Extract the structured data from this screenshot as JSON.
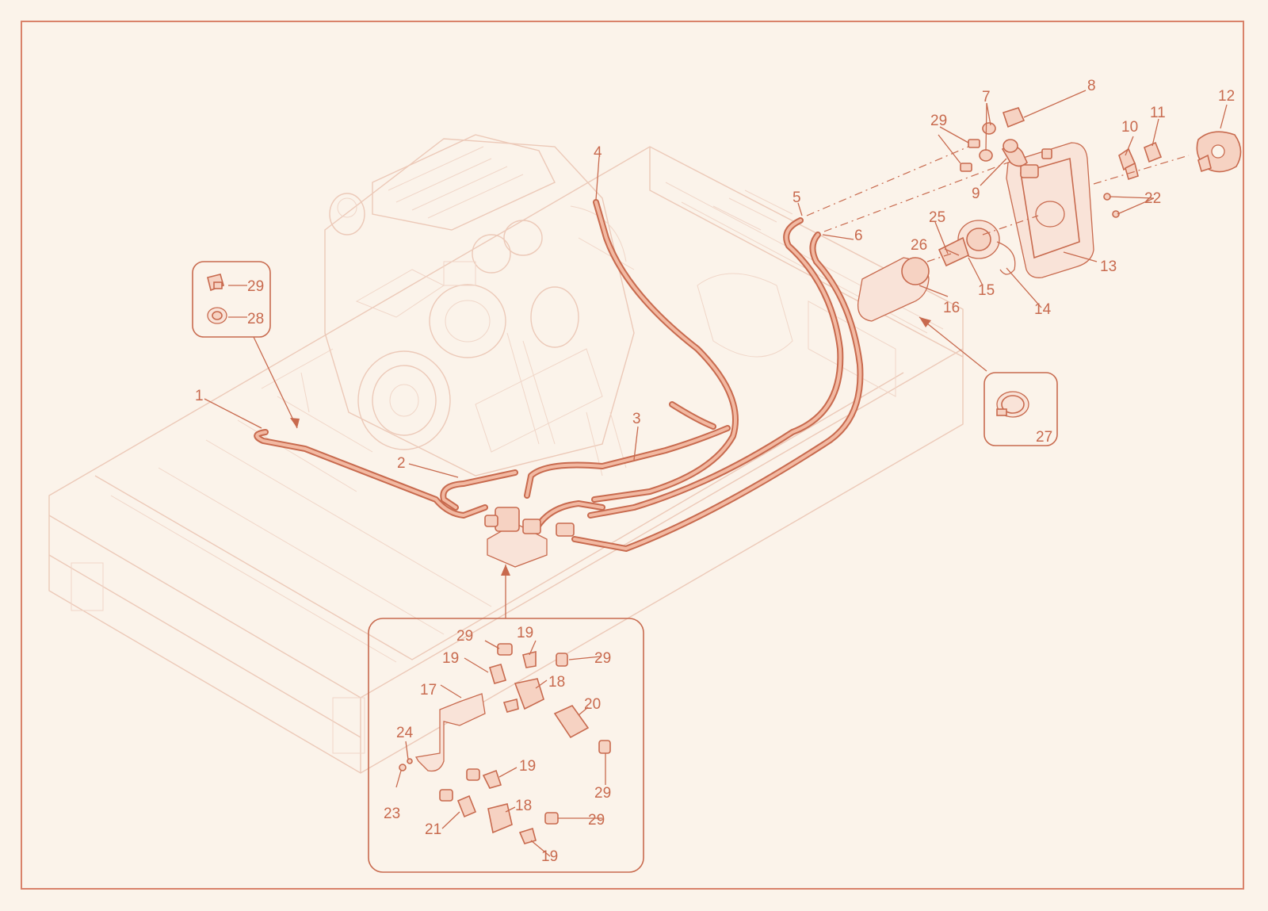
{
  "colors": {
    "background": "#fbf3ea",
    "line": "#c86a4e",
    "ghost": "#ecc9b8",
    "fill": "#f6d2c2"
  },
  "labels": {
    "p1": "1",
    "p2": "2",
    "p3": "3",
    "p4": "4",
    "p5": "5",
    "p6": "6",
    "p7": "7",
    "p8": "8",
    "p9": "9",
    "p10": "10",
    "p11": "11",
    "p12": "12",
    "p13": "13",
    "p14": "14",
    "p15": "15",
    "p16": "16",
    "p17": "17",
    "p18a": "18",
    "p18b": "18",
    "p19a": "19",
    "p19b": "19",
    "p19c": "19",
    "p19d": "19",
    "p20": "20",
    "p21": "21",
    "p22": "22",
    "p23": "23",
    "p24": "24",
    "p25": "25",
    "p26": "26",
    "p27": "27",
    "p28": "28",
    "p29_top": "29",
    "p29_inset": "29",
    "p29_d1": "29",
    "p29_d2": "29",
    "p29_d3": "29",
    "p29_d4": "29"
  }
}
